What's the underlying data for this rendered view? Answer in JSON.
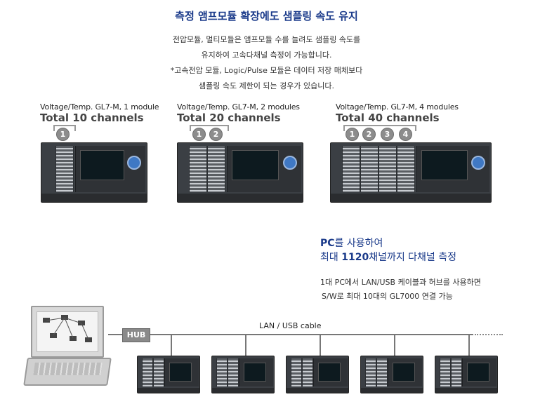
{
  "heading": "측정 앰프모듈 확장에도 샘플링 속도 유지",
  "description": [
    "전압모듈, 멀티모듈은 앰프모듈 수를 늘려도 샘플링 속도를",
    "유지하여 고속다채널 측정이 가능합니다.",
    "*고속전압 모듈, Logic/Pulse 모듈은 데이터 저장 매체보다",
    "샘플링 속도 제한이 되는 경우가 있습니다."
  ],
  "configs": [
    {
      "label": "Voltage/Temp. GL7-M, 1 module",
      "total": "Total 10 channels",
      "badges": [
        "1"
      ]
    },
    {
      "label": "Voltage/Temp. GL7-M, 2 modules",
      "total": "Total 20 channels",
      "badges": [
        "1",
        "2"
      ]
    },
    {
      "label": "Voltage/Temp. GL7-M, 4 modules",
      "total": "Total 40 channels",
      "badges": [
        "1",
        "2",
        "3",
        "4"
      ]
    }
  ],
  "pc_section": {
    "line1_bold": "PC",
    "line1_rest": "를 사용하여",
    "line2_pre": "최대 ",
    "line2_bold": "1120",
    "line2_rest": "채널까지 다채널 측정",
    "desc1": "1대 PC에서 LAN/USB 케이블과 허브를 사용하면",
    "desc2": "S/W로 최대 10대의 GL7000 연결 가능"
  },
  "network": {
    "hub_label": "HUB",
    "cable_label": "LAN / USB cable"
  },
  "colors": {
    "heading": "#1a3a8a",
    "badge": "#8c8c8c",
    "device_body": "#3b3f44",
    "cable": "#777777"
  }
}
